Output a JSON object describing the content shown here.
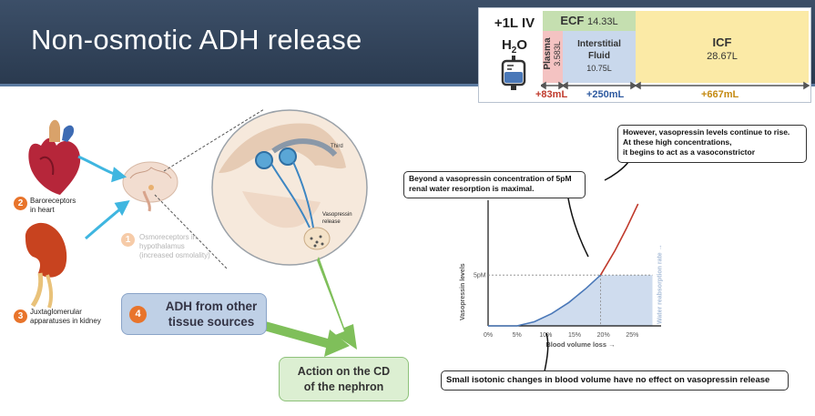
{
  "title": "Non-osmotic ADH release",
  "fluid_box": {
    "iv_label": "+1L IV",
    "water": "H",
    "water_sub": "2",
    "water_tail": "O",
    "ecf_label": "ECF",
    "ecf_volume": "14.33L",
    "plasma_label": "Plasma",
    "plasma_volume": "3.583L",
    "interstitial_label_1": "Interstitial",
    "interstitial_label_2": "Fluid",
    "interstitial_volume": "10.75L",
    "icf_label": "ICF",
    "icf_volume": "28.67L",
    "delta_plasma": "+83mL",
    "delta_interstitial": "+250mL",
    "delta_icf": "+667mL",
    "colors": {
      "ecf": "#c5dfb0",
      "plasma": "#f4c3c2",
      "interstitial": "#c9d8ec",
      "icf": "#fbeaa6"
    }
  },
  "physiology": {
    "baroreceptors_num": "2",
    "baroreceptors_1": "Baroreceptors",
    "baroreceptors_2": "in heart",
    "osmo_num": "1",
    "osmo_1": "Osmoreceptors in",
    "osmo_2": "hypothalamus",
    "osmo_3": "(increased osmolality)",
    "juxta_num": "3",
    "juxta_1": "Juxtaglomerular",
    "juxta_2": "apparatuses in kidney",
    "third_label": "Third",
    "vaso_release_1": "Vasopressin",
    "vaso_release_2": "release",
    "adh_num": "4",
    "adh_1": "ADH from other",
    "adh_2": "tissue sources",
    "cd_1": "Action on the CD",
    "cd_2": "of the nephron"
  },
  "callouts": {
    "top_1": "However, vasopressin levels continue to rise.",
    "top_2": "At these high concentrations,",
    "top_3": "it begins to act as a vasoconstrictor",
    "mid_1": "Beyond a vasopressin concentration of 5pM",
    "mid_2": "renal water resorption is maximal.",
    "bottom": "Small isotonic changes in blood volume have no effect on vasopressin release"
  },
  "chart_data": {
    "type": "line",
    "xlabel": "Blood volume loss →",
    "ylabel": "Vasopressin levels",
    "ylabel_arrow": "↑",
    "y2label": "Water reabsorption rate →",
    "y_marker_label": "5pM",
    "x_ticks": [
      "0%",
      "5%",
      "10%",
      "15%",
      "20%",
      "25%"
    ],
    "x_tick_values": [
      0,
      5,
      10,
      15,
      20,
      25
    ],
    "xlim": [
      0,
      30
    ],
    "ylim": [
      0,
      12
    ],
    "threshold_y": 5,
    "threshold_x": 19.5,
    "series": [
      {
        "x": [
          0,
          5,
          8,
          11,
          14,
          17,
          19.5,
          22,
          24,
          26
        ],
        "y": [
          0,
          0,
          0.4,
          1.2,
          2.3,
          3.7,
          5,
          7.4,
          9.6,
          12
        ]
      }
    ]
  }
}
